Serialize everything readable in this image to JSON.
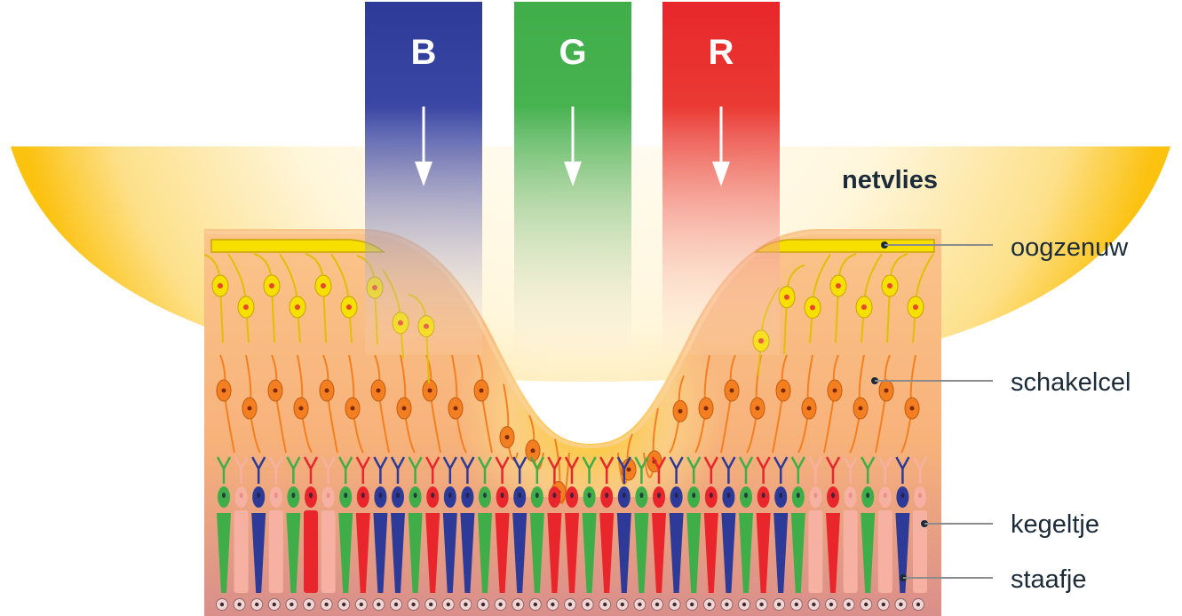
{
  "beams": [
    {
      "letter": "B",
      "color": "#2e3a97"
    },
    {
      "letter": "G",
      "color": "#3fae49"
    },
    {
      "letter": "R",
      "color": "#e8262b"
    }
  ],
  "title": "netvlies",
  "labels": {
    "optic_nerve": "oogzenuw",
    "connector_cell": "schakelcel",
    "cone": "kegeltje",
    "rod": "staafje"
  },
  "colors": {
    "glow": "#fcc210",
    "tissue": "#f7b27a",
    "ganglion": "#f7e000",
    "bipolar": "#f47f20",
    "rod": "#f6b1a3",
    "leader": "#8c8c8c"
  }
}
